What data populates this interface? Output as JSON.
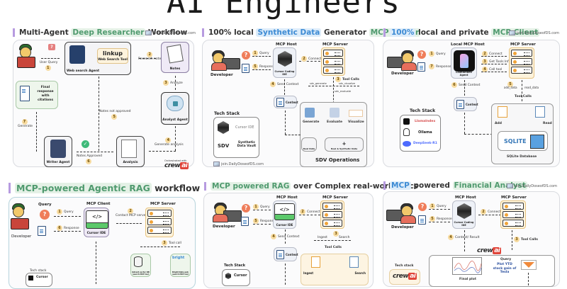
{
  "page": {
    "title": "AI Engineers"
  },
  "panels": [
    {
      "id": "deep-researcher",
      "title_parts": [
        "Multi-Agent ",
        "Deep Researcher",
        " Workflow"
      ],
      "brand": "join.DailyDoseofDS.com",
      "nodes": {
        "user_query": "User Query",
        "web_search_agent": "Web search Agent",
        "linkup": "linkup",
        "web_search_tool": "Web Search Tool",
        "notes": "Notes",
        "analyst_agent": "Analyst Agent",
        "analysis": "Analysis",
        "writer_agent": "Writer Agent",
        "final_response": "Final response with citations"
      },
      "steps": [
        {
          "n": "1",
          "label": "User Query"
        },
        {
          "n": "2",
          "label": "Research notes"
        },
        {
          "n": "3",
          "label": "Analyze"
        },
        {
          "n": "4",
          "label": "Generate analysis"
        },
        {
          "n": "5",
          "label": "Notes not approved"
        },
        {
          "n": "6",
          "label": "Notes Approved"
        },
        {
          "n": "7",
          "label": "Generate"
        }
      ],
      "orchestrated": "Orchestrated with",
      "crew": "crew",
      "crew_ai": "ai"
    },
    {
      "id": "synthetic-data",
      "title_parts": [
        "100% local ",
        "Synthetic Data",
        " Generator ",
        "MCP Server"
      ],
      "nodes": {
        "developer": "Developer",
        "mcp_host": "MCP Host",
        "cursor_caption": "Cursor Coding IDE",
        "mcp_server": "MCP Server",
        "tool_calls": "Tool Calls",
        "context": "Context",
        "generate": "Generate",
        "evaluate": "Evaluate",
        "visualize": "Visualize",
        "real_data": "Real Data",
        "real_synth": "Real & Synthetic Data",
        "sdv_ops": "SDV Operations",
        "tech_stack": "Tech Stack",
        "cursor_ide": "Cursor IDE",
        "sdv": "SDV",
        "sdv_full": "Synthetic Data Vault"
      },
      "tools": [
        "sdv_generate",
        "sdv_visualize",
        "sdv_evaluate"
      ],
      "steps": [
        {
          "n": "1",
          "label": "Query"
        },
        {
          "n": "2",
          "label": "Connect"
        },
        {
          "n": "3",
          "label": "Tool Calls"
        },
        {
          "n": "4",
          "label": "Send Context"
        },
        {
          "n": "5",
          "label": "Response"
        }
      ],
      "brand": "join.DailyDoseofDS.com"
    },
    {
      "id": "private-client",
      "title_parts": [
        "100%",
        " local and private ",
        "MCP Client"
      ],
      "brand": "join.DailyDoseofDS.com",
      "nodes": {
        "developer": "Developer",
        "local_host": "Local MCP Host",
        "llama_caption": "LlamaIndex Agent",
        "mcp_server": "MCP Server",
        "tool_calls": "Tool Calls",
        "context": "Context",
        "add": "Add",
        "read": "Read",
        "sqlite": "SQLITE",
        "sqlite_db": "SQLite Database",
        "tech_stack": "Tech Stack",
        "llamaindex": "LlamaIndex",
        "ollama": "Ollama",
        "deepseek": "DeepSeek-R1"
      },
      "tools": [
        "add_data",
        "read_data"
      ],
      "steps": [
        {
          "n": "1",
          "label": "Query"
        },
        {
          "n": "2",
          "label": "Connect"
        },
        {
          "n": "3",
          "label": "Get Tools Info"
        },
        {
          "n": "4",
          "label": "Call tool"
        },
        {
          "n": "5",
          "label": ""
        },
        {
          "n": "6",
          "label": "Send Context"
        },
        {
          "n": "7",
          "label": "Response"
        }
      ]
    },
    {
      "id": "agentic-rag",
      "title_parts": [
        "MCP-powered Agentic RAG",
        " workflow"
      ],
      "nodes": {
        "query": "Query",
        "developer": "Developer",
        "mcp_client": "MCP Client",
        "cursor_ide": "Cursor IDE",
        "mcp_server": "MCP Server",
        "vector_db": "Qdrant vector DB search MCP tool",
        "bright_data": "Bright Data web search MCP tool",
        "bright": "bright",
        "tech_stack": "Tech stack",
        "cursor": "Cursor"
      },
      "steps": [
        {
          "n": "1",
          "label": "Query"
        },
        {
          "n": "2",
          "label": "Contact MCP server"
        },
        {
          "n": "3",
          "label": "Tool call"
        },
        {
          "n": "6",
          "label": "Response"
        }
      ]
    },
    {
      "id": "rag-docs",
      "title_parts": [
        "MCP powered RAG",
        " over Complex real-world docs"
      ],
      "nodes": {
        "developer": "Developer",
        "mcp_host": "MCP Host",
        "cursor_ide": "Cursor IDE",
        "mcp_server": "MCP Server",
        "tool_calls": "Tool Calls",
        "context": "Context",
        "ingest": "Ingest",
        "search": "Search",
        "tech_stack": "Tech Stack",
        "cursor": "Cursor"
      },
      "steps": [
        {
          "n": "1",
          "label": "Query"
        },
        {
          "n": "2",
          "label": "Connect"
        },
        {
          "n": "3",
          "label": ""
        },
        {
          "n": "4",
          "label": "Send Context"
        },
        {
          "n": "5",
          "label": "Response"
        }
      ]
    },
    {
      "id": "financial-analyst",
      "title_parts": [
        "MCP",
        " powered ",
        "Financial Analyst"
      ],
      "brand": "join.DailyDoseofDS.com",
      "nodes": {
        "developer": "Developer",
        "mcp_host": "MCP Host",
        "cursor_caption": "Cursor Coding IDE",
        "mcp_server": "MCP Server",
        "tool_calls": "Tool Calls",
        "query": "Query",
        "query_text": "Plot YTD stock gain of Tesla",
        "final_plot": "Final plot",
        "tech_stack": "Tech stack",
        "crew": "crew",
        "crew_ai": "ai"
      },
      "steps": [
        {
          "n": "1",
          "label": "Query"
        },
        {
          "n": "2",
          "label": "Connect"
        },
        {
          "n": "3",
          "label": "Tool Calls"
        },
        {
          "n": "4",
          "label": "Context/ Result"
        },
        {
          "n": "5",
          "label": "Response"
        }
      ]
    }
  ]
}
